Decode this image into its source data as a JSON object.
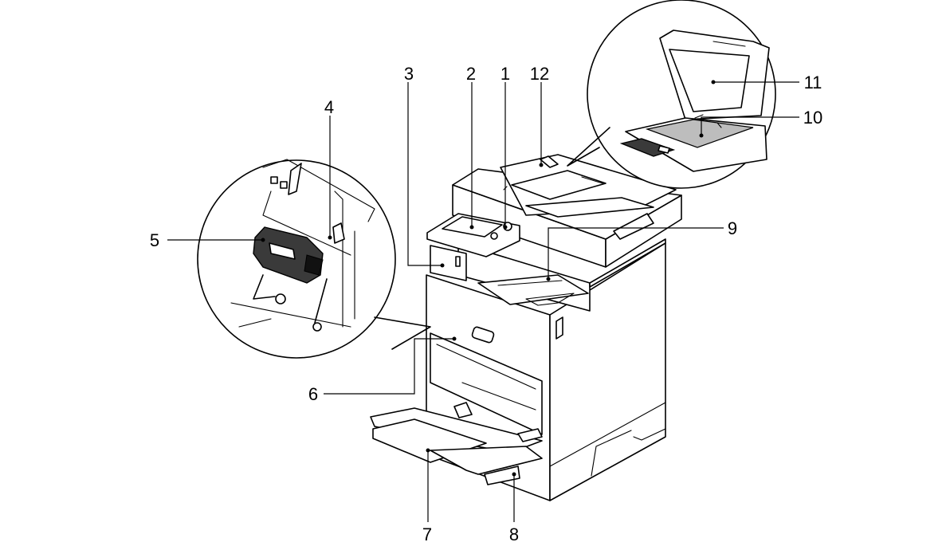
{
  "callouts": [
    {
      "id": "1",
      "text": "1"
    },
    {
      "id": "2",
      "text": "2"
    },
    {
      "id": "3",
      "text": "3"
    },
    {
      "id": "4",
      "text": "4"
    },
    {
      "id": "5",
      "text": "5"
    },
    {
      "id": "6",
      "text": "6"
    },
    {
      "id": "7",
      "text": "7"
    },
    {
      "id": "8",
      "text": "8"
    },
    {
      "id": "9",
      "text": "9"
    },
    {
      "id": "10",
      "text": "10"
    },
    {
      "id": "11",
      "text": "11"
    },
    {
      "id": "12",
      "text": "12"
    }
  ],
  "colors": {
    "line": "#000000",
    "background": "#ffffff",
    "dark_part": "#3a3a3a",
    "glass": "#bdbdbd"
  }
}
